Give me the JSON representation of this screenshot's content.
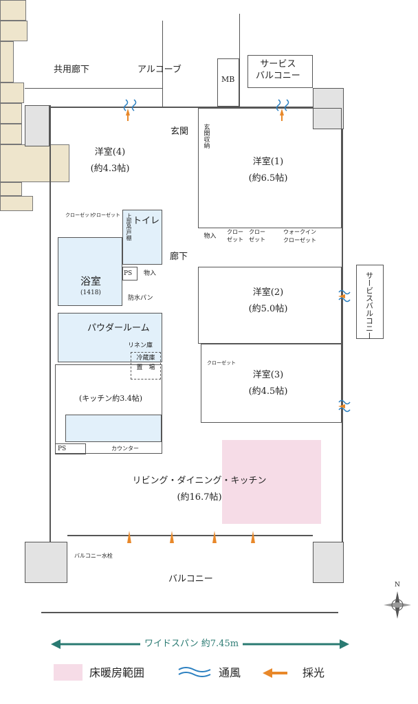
{
  "labels": {
    "common_corridor": "共用廊下",
    "alcove": "アルコーブ",
    "mb": "MB",
    "service_balcony_top": "サービス\nバルコニー",
    "service_balcony_right": "サービスバルコニー",
    "entrance": "玄関",
    "entrance_storage": "玄関収納",
    "room4": "洋室(4)",
    "room4_size": "(約4.3帖)",
    "room1": "洋室(1)",
    "room1_size": "(約6.5帖)",
    "closet": "クローゼット",
    "closet_split": "クロー\nゼット",
    "toilet": "トイレ",
    "upper_cabinet": "上部吊戸棚",
    "storage": "物入",
    "walk_in_closet": "ウォークイン\nクローゼット",
    "hallway": "廊下",
    "ps": "PS",
    "bathroom": "浴室",
    "bathroom_size": "(1418)",
    "waterproof_pan": "防水パン",
    "room2": "洋室(2)",
    "room2_size": "(約5.0帖)",
    "powder_room": "パウダールーム",
    "linen": "リネン庫",
    "fridge": "冷蔵庫\n置　場",
    "room3": "洋室(3)",
    "room3_size": "(約4.5帖)",
    "kitchen": "(キッチン約3.4帖)",
    "counter": "カウンター",
    "ldk": "リビング・ダイニング・キッチン",
    "ldk_size": "(約16.7帖)",
    "balcony_faucet": "バルコニー水栓",
    "balcony": "バルコニー",
    "compass": "N"
  },
  "dimension": {
    "label": "ワイドスパン 約7.45m",
    "color": "#2a7a72"
  },
  "legend": [
    {
      "label": "床暖房範囲",
      "icon": "floor-heating-swatch",
      "color": "#f6dce7"
    },
    {
      "label": "通風",
      "icon": "ventilation-wave-icon",
      "color": "#2a7fc0"
    },
    {
      "label": "採光",
      "icon": "daylight-arrow-icon",
      "color": "#e8882a"
    }
  ]
}
